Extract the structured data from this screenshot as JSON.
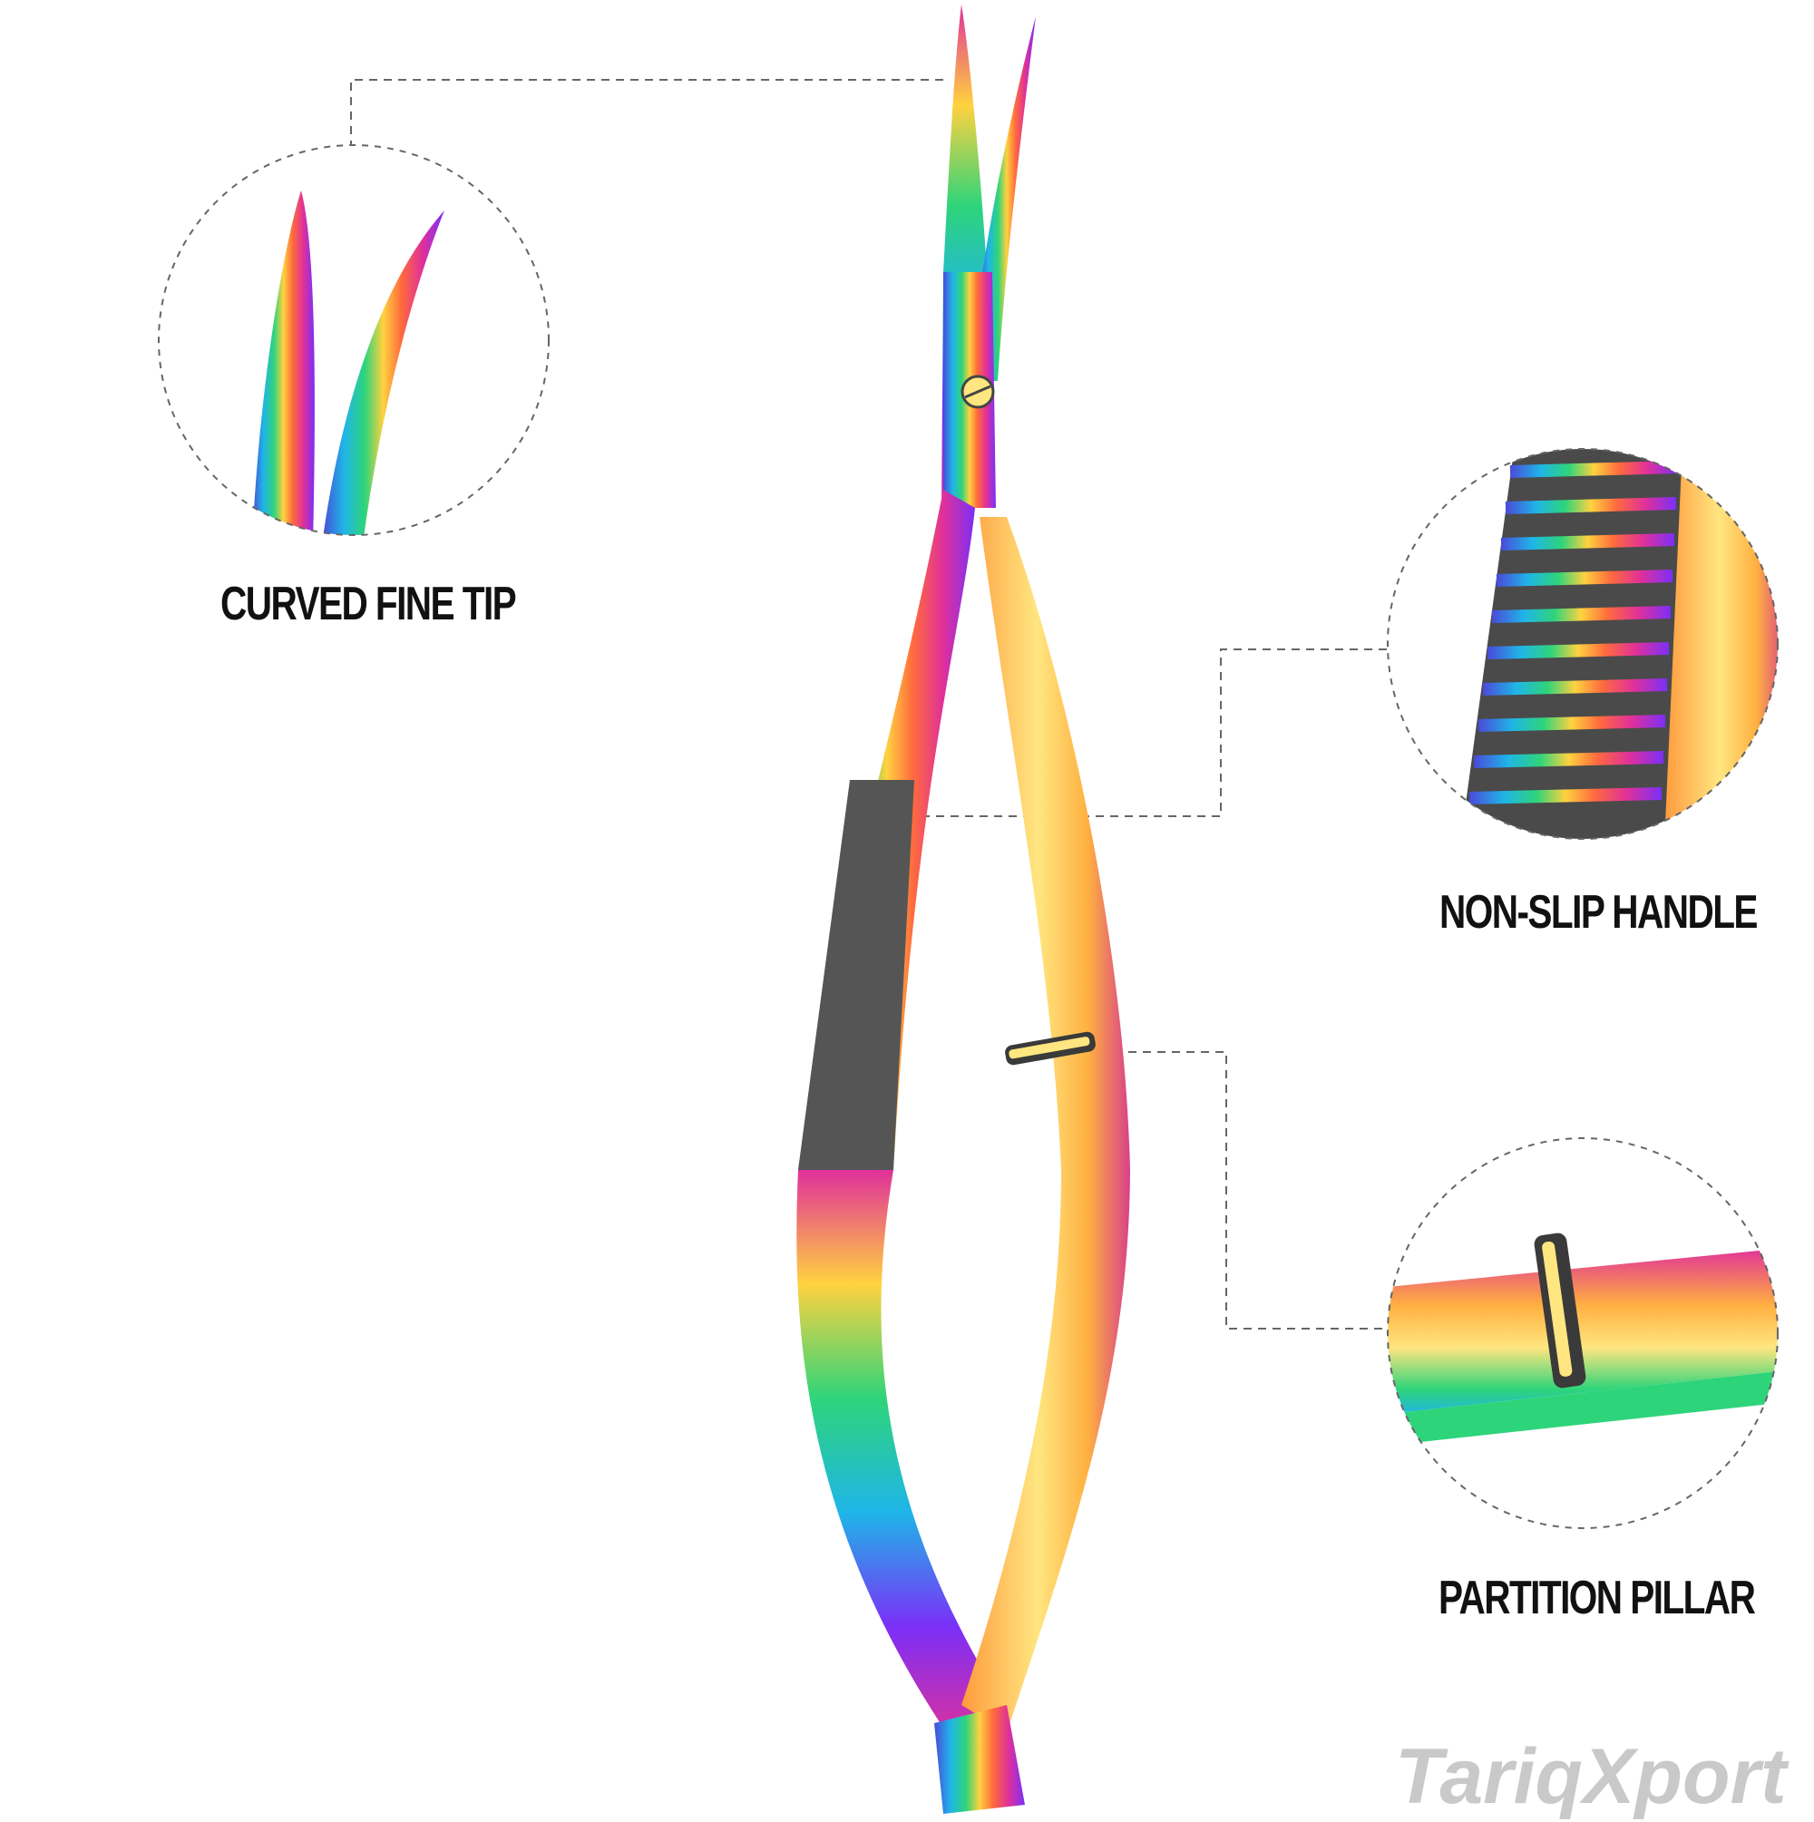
{
  "callouts": {
    "tip": {
      "label": "CURVED FINE TIP"
    },
    "handle": {
      "label": "NON-SLIP HANDLE"
    },
    "pillar": {
      "label": "PARTITION PILLAR"
    }
  },
  "watermark": "TariqXport",
  "colors": {
    "background": "#ffffff",
    "label": "#111111",
    "leader_line": "#666666",
    "watermark": "#c9c9c9",
    "rainbow": [
      "#7b2ff7",
      "#e0309a",
      "#ff6a3d",
      "#ffd23f",
      "#2ed47a",
      "#1fb5e8",
      "#4a4ad8"
    ]
  },
  "product": {
    "icon": "rainbow-spring-scissors-icon"
  }
}
